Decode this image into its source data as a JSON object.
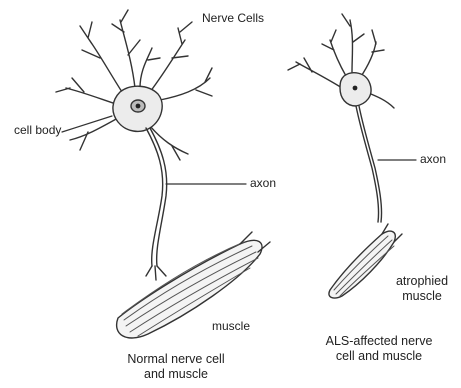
{
  "title": "Nerve Cells",
  "normal": {
    "cell_body_label": "cell body",
    "axon_label": "axon",
    "muscle_label": "muscle",
    "caption_line1": "Normal nerve cell",
    "caption_line2": "and muscle"
  },
  "als": {
    "axon_label": "axon",
    "muscle_label_line1": "atrophied",
    "muscle_label_line2": "muscle",
    "caption_line1": "ALS-affected nerve",
    "caption_line2": "cell and muscle"
  },
  "colors": {
    "ink": "#333333",
    "cell_fill": "#ececec",
    "nucleus": "#222222",
    "muscle_stripe": "#555555"
  }
}
